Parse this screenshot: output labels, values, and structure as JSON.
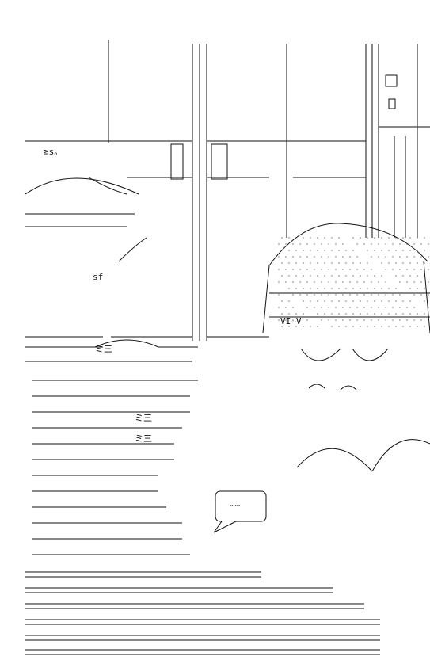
{
  "art": {
    "glyphs": {
      "monitor_readout": "VI—V",
      "speech_bubble": "……",
      "left_text_a": "ミ三",
      "left_text_b": "ミ三",
      "center_text": "ミ三",
      "symbol_a": "sf",
      "symbol_b": "≧s。"
    }
  },
  "colors": {
    "background": "#ffffff",
    "ink": "#111111",
    "dots": "#333333"
  }
}
